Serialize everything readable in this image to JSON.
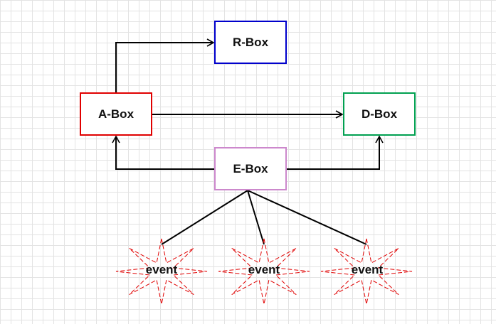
{
  "nodes": {
    "r_box": {
      "label": "R-Box",
      "border_color": "#0000cc"
    },
    "a_box": {
      "label": "A-Box",
      "border_color": "#e00000"
    },
    "d_box": {
      "label": "D-Box",
      "border_color": "#00a050"
    },
    "e_box": {
      "label": "E-Box",
      "border_color": "#cc88cc"
    }
  },
  "events": [
    {
      "label": "event"
    },
    {
      "label": "event"
    },
    {
      "label": "event"
    }
  ],
  "edges": [
    {
      "from": "A-Box",
      "to": "R-Box",
      "arrow": true
    },
    {
      "from": "A-Box",
      "to": "D-Box",
      "arrow": true
    },
    {
      "from": "E-Box",
      "to": "A-Box",
      "arrow": true
    },
    {
      "from": "E-Box",
      "to": "D-Box",
      "arrow": true
    },
    {
      "from": "E-Box",
      "to": "event 1",
      "arrow": false
    },
    {
      "from": "E-Box",
      "to": "event 2",
      "arrow": false
    },
    {
      "from": "E-Box",
      "to": "event 3",
      "arrow": false
    }
  ],
  "colors": {
    "edge": "#000000",
    "event_star": "#e00000",
    "grid": "#e3e3e3"
  }
}
